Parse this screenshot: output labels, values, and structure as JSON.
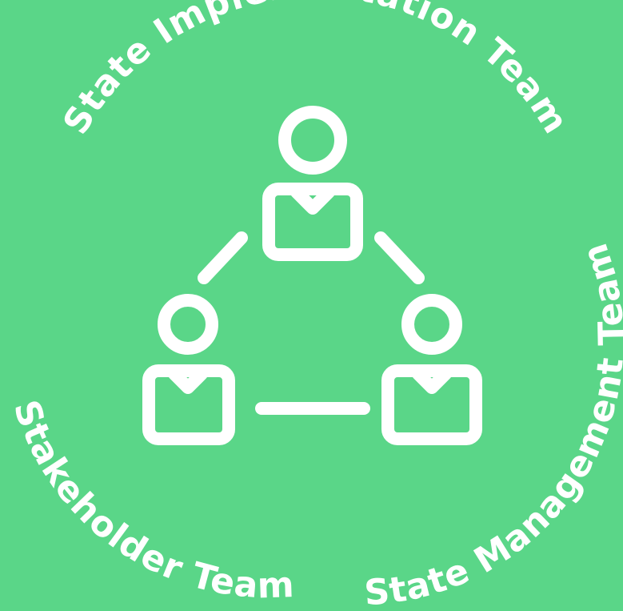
{
  "diagram": {
    "colors": {
      "background": "#5ad688",
      "foreground": "#ffffff"
    },
    "icon": "team-network-icon",
    "labels": {
      "top": "State Implementation Team",
      "right": "State Management Team",
      "left": "Stakeholder Team"
    }
  }
}
